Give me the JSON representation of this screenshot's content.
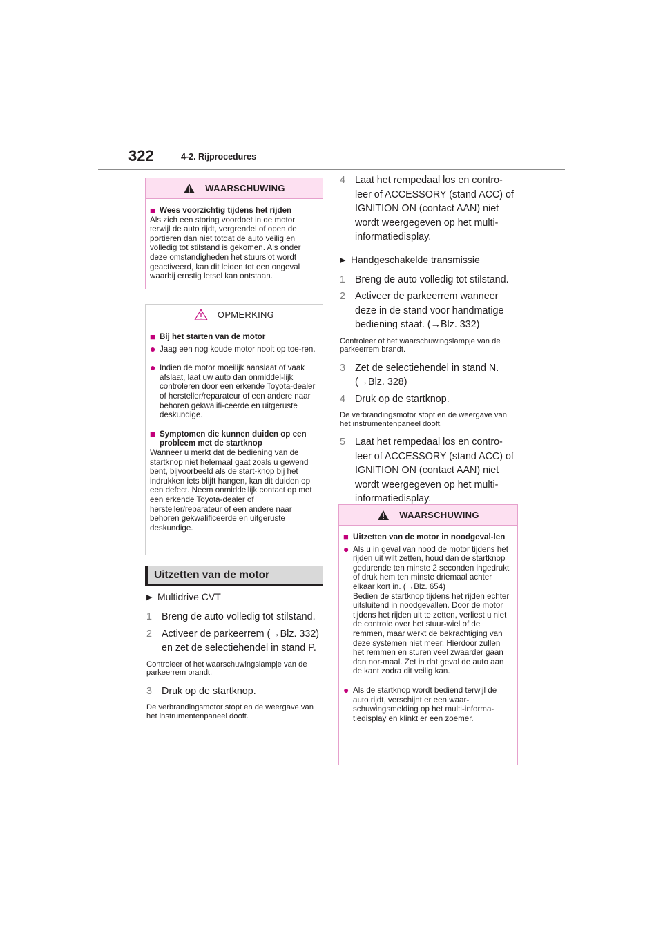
{
  "header": {
    "page_number": "322",
    "section": "4-2. Rijprocedures"
  },
  "warning1": {
    "title": "WAARSCHUWING",
    "heading": "Wees voorzichtig tijdens het rijden",
    "text": "Als zich een storing voordoet in de motor terwijl de auto rijdt, vergrendel of open de portieren dan niet totdat de auto veilig en volledig tot stilstand is gekomen. Als onder deze omstandigheden het stuurslot wordt geactiveerd, kan dit leiden tot een ongeval waarbij ernstig letsel kan ontstaan."
  },
  "note": {
    "title": "OPMERKING",
    "heading1": "Bij het starten van de motor",
    "bullet1": "Jaag een nog koude motor nooit op toe-ren.",
    "bullet2": "Indien de motor moeilijk aanslaat of vaak afslaat, laat uw auto dan onmiddel-lijk controleren door een erkende Toyota-dealer of hersteller/reparateur of een andere naar behoren gekwalifi-ceerde en uitgeruste deskundige.",
    "heading2": "Symptomen die kunnen duiden op een probleem met de startknop",
    "text": "Wanneer u merkt dat de bediening van de startknop niet helemaal gaat zoals u gewend bent, bijvoorbeeld als de start-knop bij het indrukken iets blijft hangen, kan dit duiden op een defect. Neem onmiddellijk contact op met een erkende Toyota-dealer of hersteller/reparateur of een andere naar behoren gekwalificeerde en uitgeruste deskundige."
  },
  "section_heading": "Uitzetten van de motor",
  "cvt": {
    "label": "Multidrive CVT",
    "step1": "Breng de auto volledig tot stilstand.",
    "step2": "Activeer de parkeerrem (→Blz. 332) en zet de selectiehendel in stand P.",
    "note1": "Controleer of het waarschuwingslampje van de parkeerrem brandt.",
    "step3": "Druk op de startknop.",
    "note2": "De verbrandingsmotor stopt en de weergave van het instrumentenpaneel dooft.",
    "step4": "Laat het rempedaal los en contro-leer of ACCESSORY (stand ACC) of IGNITION ON (contact AAN) niet wordt weergegeven op het multi-informatiedisplay."
  },
  "manual": {
    "label": "Handgeschakelde transmissie",
    "step1": "Breng de auto volledig tot stilstand.",
    "step2": "Activeer de parkeerrem wanneer deze in de stand voor handmatige bediening staat. (→Blz. 332)",
    "note1": "Controleer of het waarschuwingslampje van de parkeerrem brandt.",
    "step3": "Zet de selectiehendel in stand N. (→Blz. 328)",
    "step4": "Druk op de startknop.",
    "note2": "De verbrandingsmotor stopt en de weergave van het instrumentenpaneel dooft.",
    "step5": "Laat het rempedaal los en contro-leer of ACCESSORY (stand ACC) of IGNITION ON (contact AAN) niet wordt weergegeven op het multi-informatiedisplay."
  },
  "warning2": {
    "title": "WAARSCHUWING",
    "heading": "Uitzetten van de motor in noodgeval-len",
    "bullet1": "Als u in geval van nood de motor tijdens het rijden uit wilt zetten, houd dan de startknop gedurende ten minste 2 seconden ingedrukt of druk hem ten minste driemaal achter elkaar kort in. (→Blz. 654)",
    "bullet1b": "Bedien de startknop tijdens het rijden echter uitsluitend in noodgevallen. Door de motor tijdens het rijden uit te zetten, verliest u niet de controle over het stuur-wiel of de remmen, maar werkt de bekrachtiging van deze systemen niet meer. Hierdoor zullen het remmen en sturen veel zwaarder gaan dan nor-maal. Zet in dat geval de auto aan de kant zodra dit veilig kan.",
    "bullet2": "Als de startknop wordt bediend terwijl de auto rijdt, verschijnt er een waar-schuwingsmelding op het multi-informa-tiedisplay en klinkt er een zoemer."
  },
  "step_numbers": [
    "1",
    "2",
    "3",
    "4",
    "5"
  ]
}
